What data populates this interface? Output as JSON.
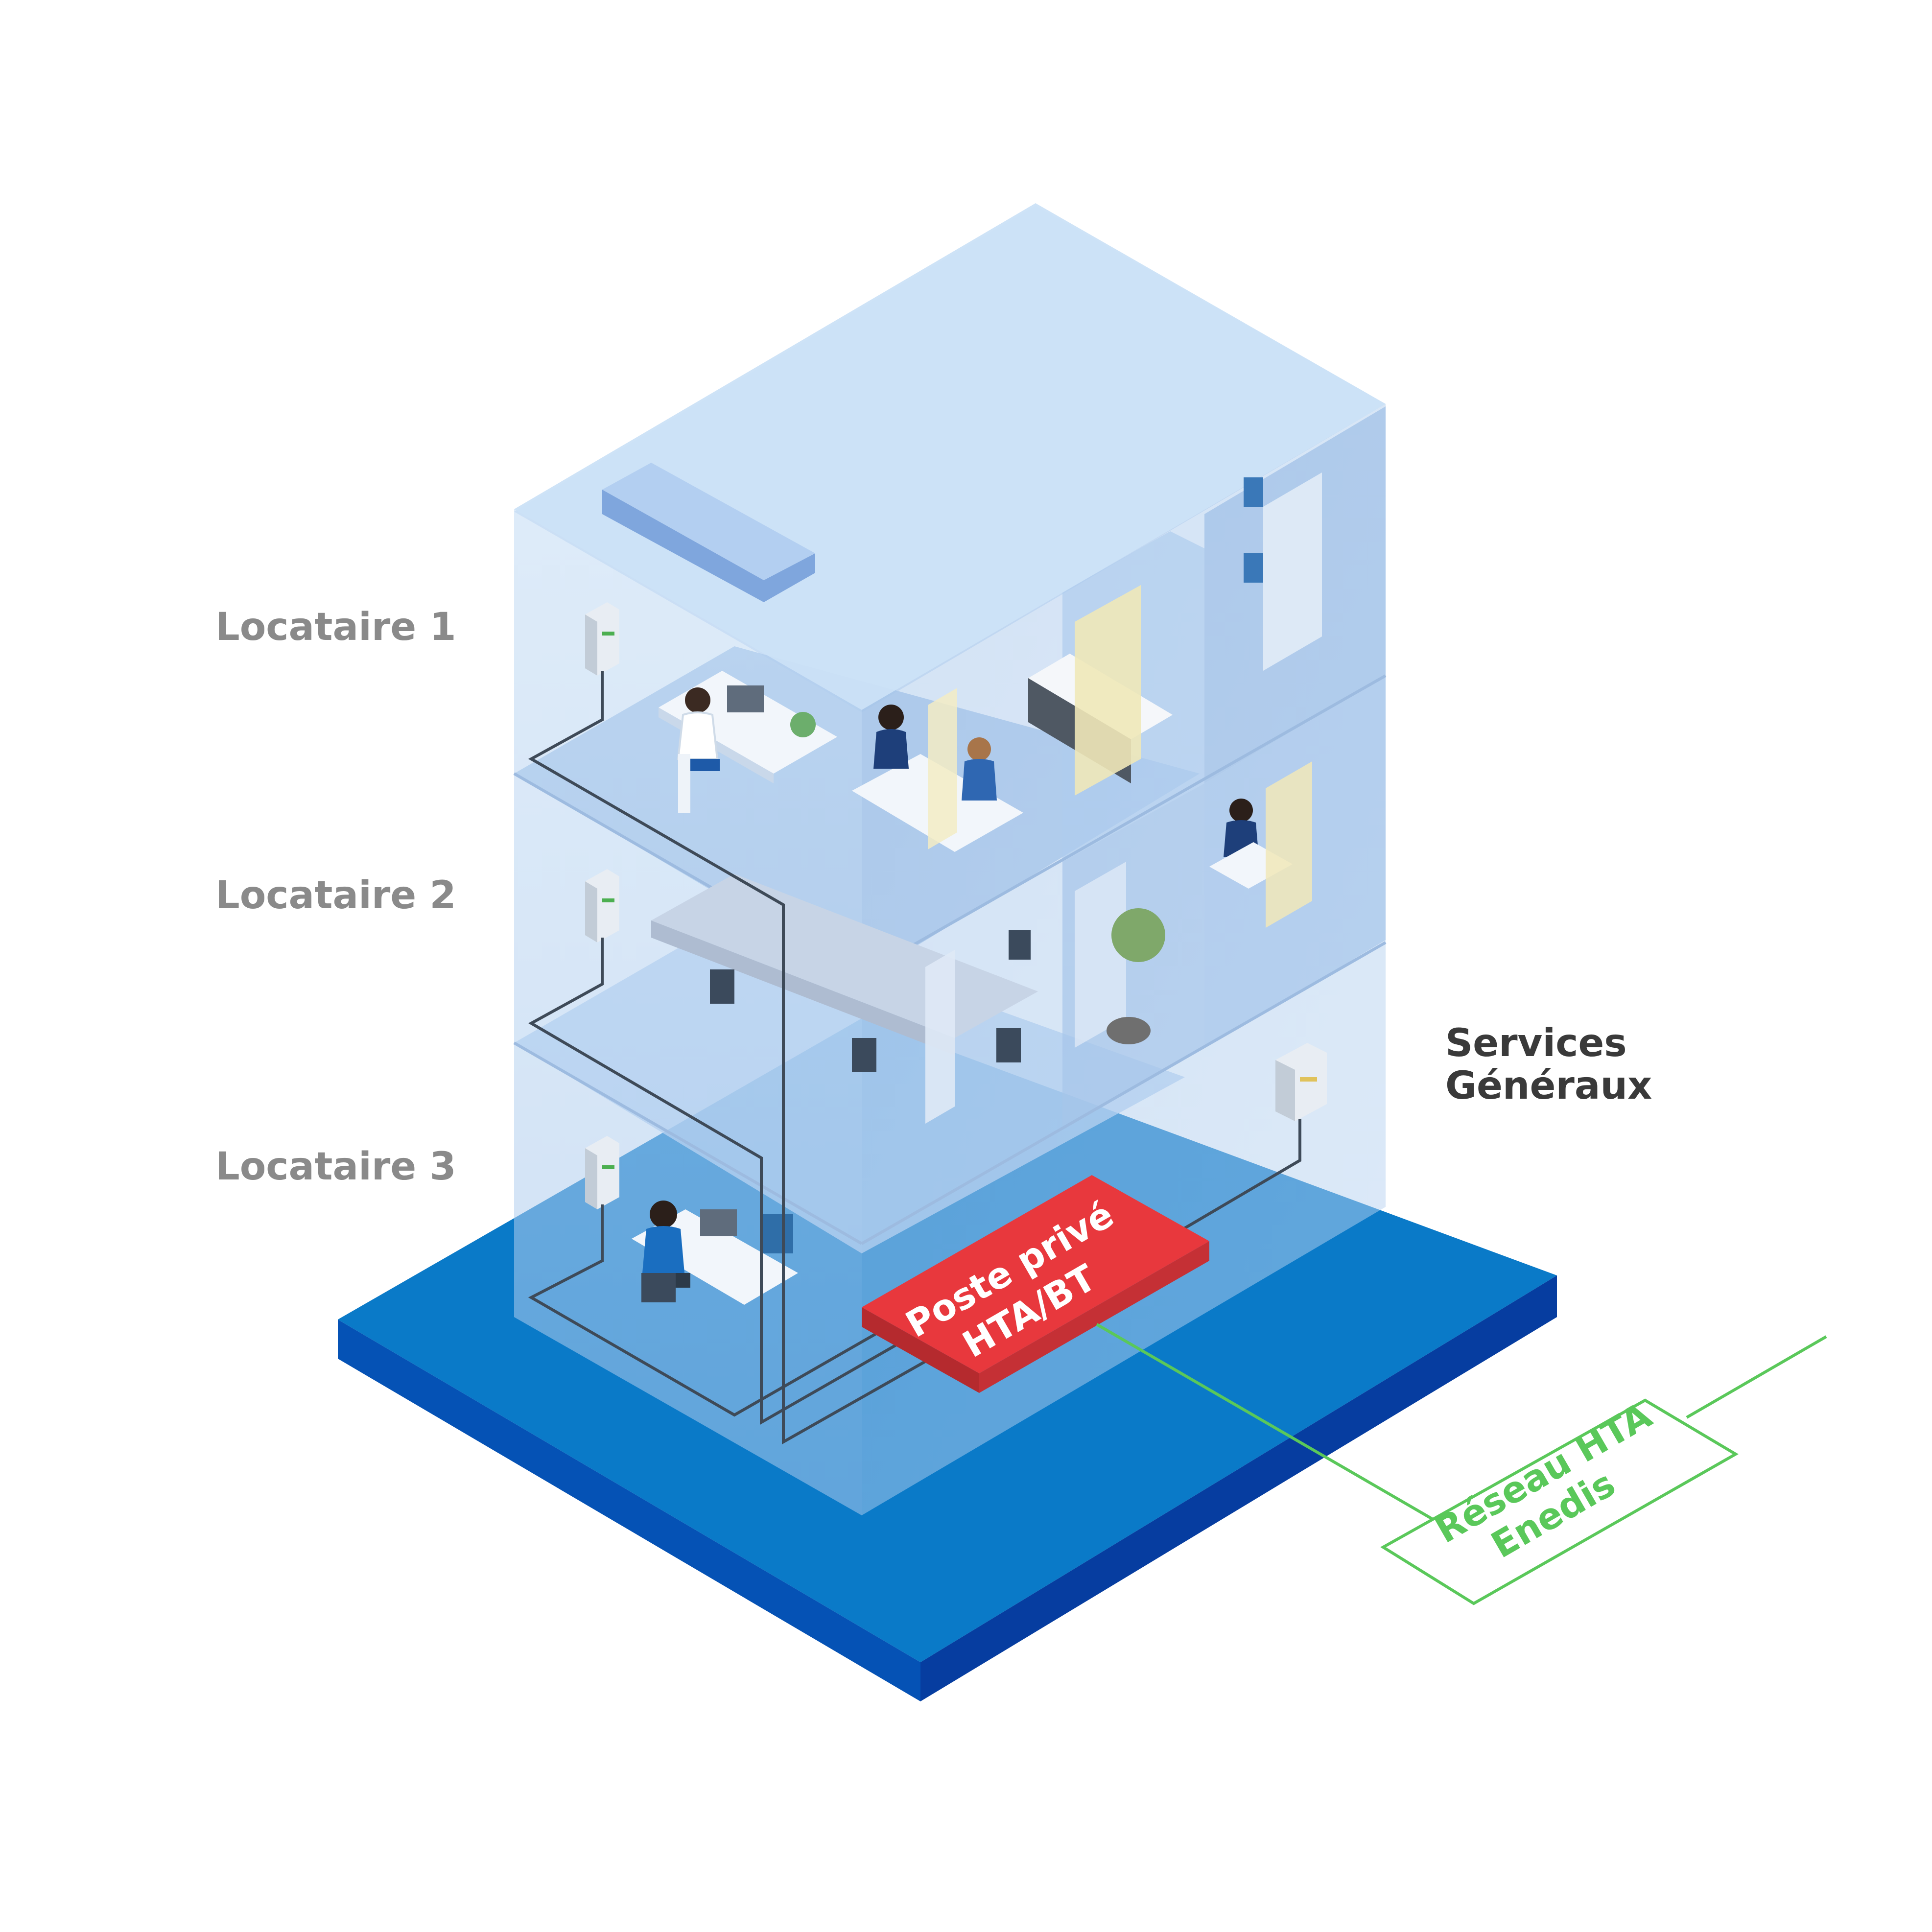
{
  "labels": {
    "tenant_1": "Locataire 1",
    "tenant_2": "Locataire 2",
    "tenant_3": "Locataire 3",
    "general_services_line1": "Services",
    "general_services_line2": "Généraux"
  },
  "substation": {
    "line1": "Poste privé",
    "line2": "HTA/BT"
  },
  "grid": {
    "line1": "Réseau HTA",
    "line2": "Enedis"
  },
  "colors": {
    "tenant_label": "#8a8a8a",
    "services_label": "#3a3a3a",
    "substation": "#e8383d",
    "grid_line": "#5ac85a",
    "base_top": "#0a7ac8",
    "base_side": "#0552b5",
    "glass": "#c5ddf5",
    "cable": "#3e4a58"
  }
}
